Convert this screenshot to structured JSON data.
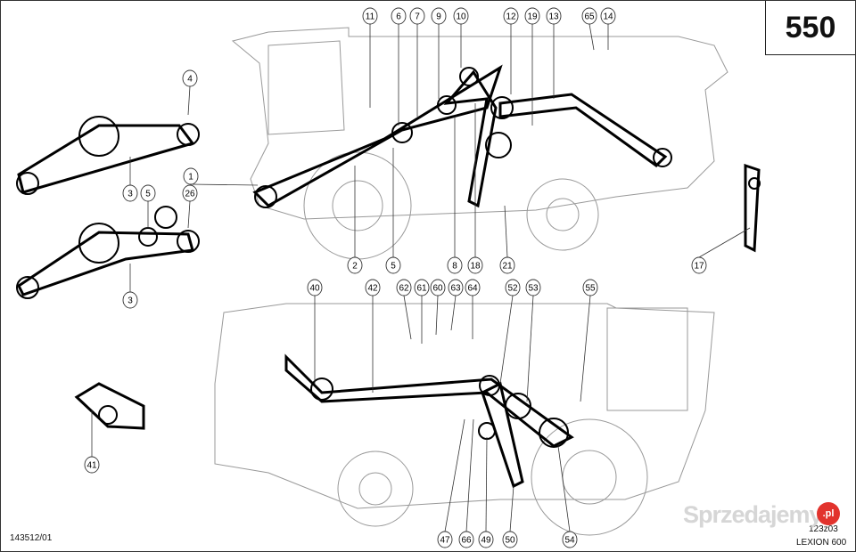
{
  "page_number": "550",
  "drawing_ref": "143512/01",
  "figure_code": "123z03",
  "model": "LEXION 600",
  "watermark": "Sprzedajemy.pl",
  "callouts": [
    "11",
    "6",
    "7",
    "9",
    "10",
    "12",
    "19",
    "13",
    "65",
    "14",
    "4",
    "1",
    "3",
    "5",
    "26",
    "3",
    "2",
    "5",
    "8",
    "18",
    "21",
    "17",
    "40",
    "42",
    "62",
    "61",
    "60",
    "63",
    "64",
    "52",
    "53",
    "55",
    "41",
    "47",
    "66",
    "49",
    "50",
    "54"
  ]
}
